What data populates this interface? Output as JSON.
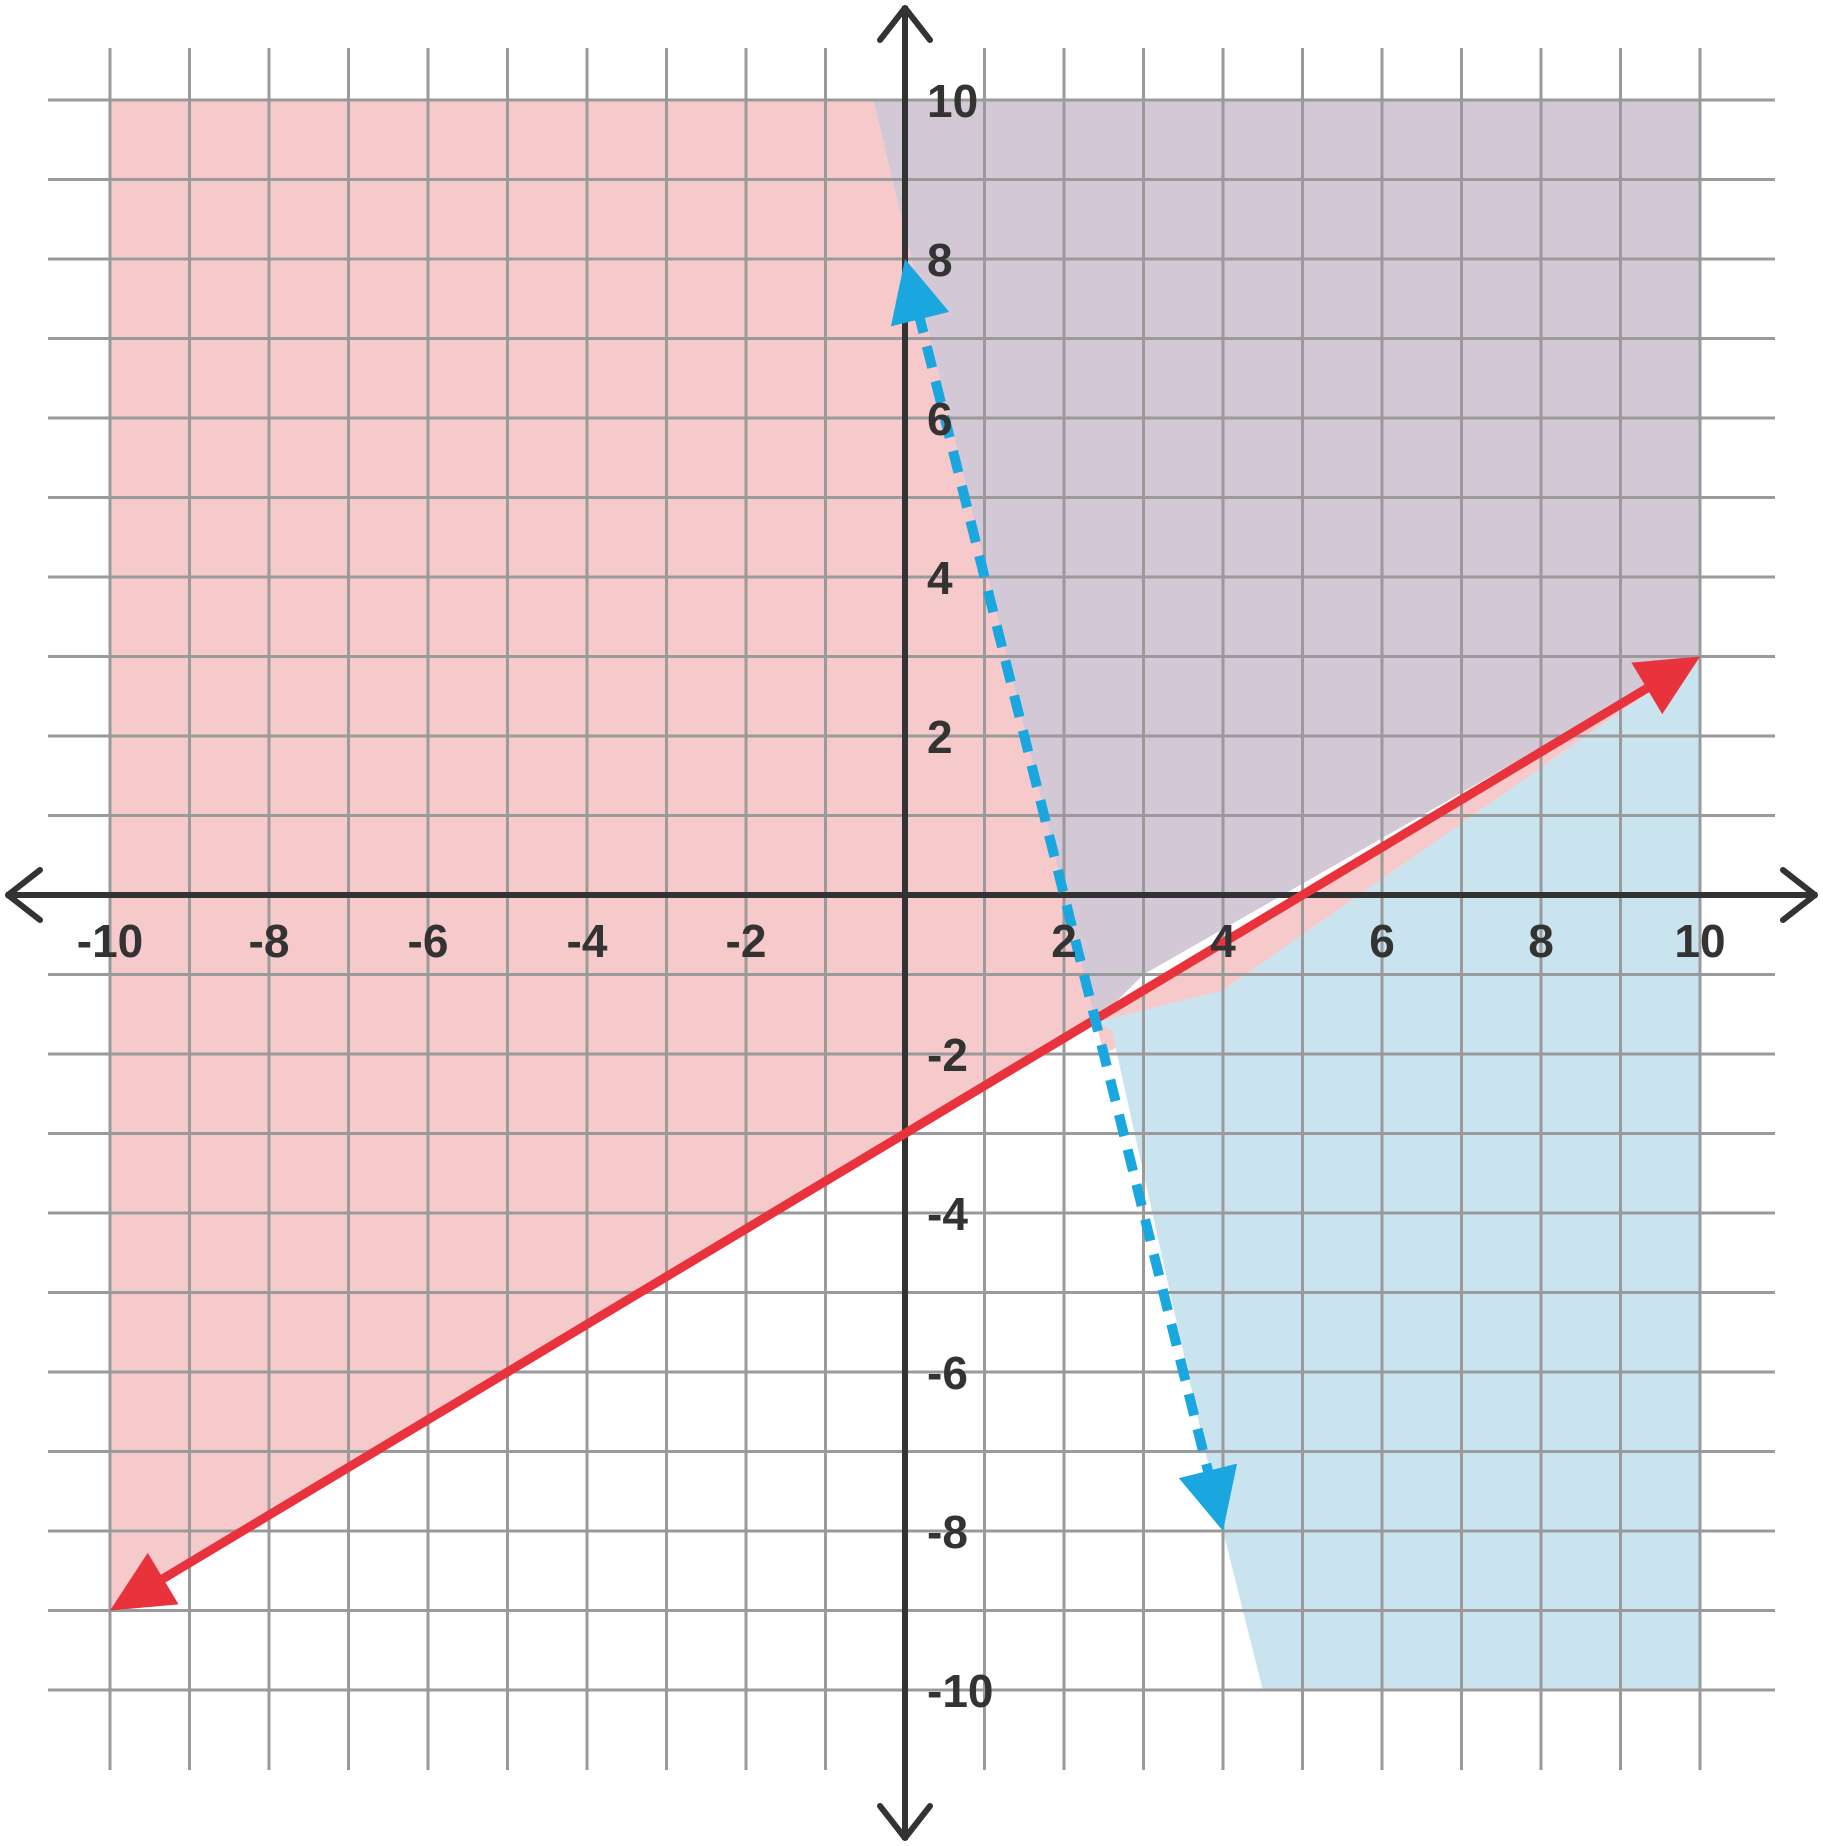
{
  "chart_data": {
    "type": "line",
    "title": "",
    "xlabel": "",
    "ylabel": "",
    "xlim": [
      -10,
      10
    ],
    "ylim": [
      -10,
      10
    ],
    "grid": true,
    "grid_step": 1,
    "x_ticks": [
      -10,
      -8,
      -6,
      -4,
      -2,
      2,
      4,
      6,
      8,
      10
    ],
    "y_ticks": [
      10,
      8,
      6,
      4,
      2,
      -2,
      -4,
      -6,
      -8,
      -10
    ],
    "x_tick_labels": [
      "-10",
      "-8",
      "-6",
      "-4",
      "-2",
      "2",
      "4",
      "6",
      "8",
      "10"
    ],
    "y_tick_labels": [
      "10",
      "8",
      "6",
      "4",
      "2",
      "-2",
      "-4",
      "-6",
      "-8",
      "-10"
    ],
    "series": [
      {
        "style": "solid",
        "color": "#e8323c",
        "x": [
          -10,
          10
        ],
        "y": [
          -9,
          3
        ],
        "arrows": "both"
      },
      {
        "style": "dotted",
        "color": "#1aa7e0",
        "x": [
          0,
          4
        ],
        "y": [
          8,
          -8
        ],
        "arrows": "both"
      }
    ],
    "shaded_regions": [
      {
        "color": "#f6c9cb",
        "polygon": [
          [
            -10,
            10
          ],
          [
            -0.4,
            10
          ],
          [
            2,
            0
          ],
          [
            2.5,
            -2
          ],
          [
            4,
            -1.2
          ],
          [
            10,
            3
          ],
          [
            -10,
            -9
          ]
        ]
      },
      {
        "color": "#c9e4ef",
        "polygon": [
          [
            2.4,
            -1.6
          ],
          [
            2.6,
            -1.7
          ],
          [
            4,
            -8
          ],
          [
            4.5,
            -10
          ],
          [
            10,
            -10
          ],
          [
            10,
            3
          ],
          [
            4,
            -1.2
          ]
        ]
      },
      {
        "color": "#d3c8d6",
        "polygon": [
          [
            -0.4,
            10
          ],
          [
            10,
            10
          ],
          [
            10,
            3
          ],
          [
            3,
            -1
          ],
          [
            2.4,
            -1.6
          ],
          [
            2,
            0
          ]
        ]
      }
    ]
  }
}
